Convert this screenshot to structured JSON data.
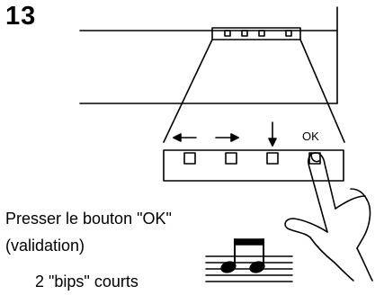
{
  "step_number": "13",
  "ok_button_label": "OK",
  "caption": {
    "line1": "Presser le bouton \"OK\"",
    "line2": "(validation)"
  },
  "beep_text": "2 \"bips\" courts",
  "colors": {
    "ink": "#000000",
    "background": "#ffffff"
  },
  "icons": {
    "left_arrow": "arrow-left-icon",
    "right_arrow": "arrow-right-icon",
    "down_arrow": "arrow-down-icon",
    "pointing_hand": "pointing-hand-icon",
    "music_notes": "music-notes-icon"
  }
}
